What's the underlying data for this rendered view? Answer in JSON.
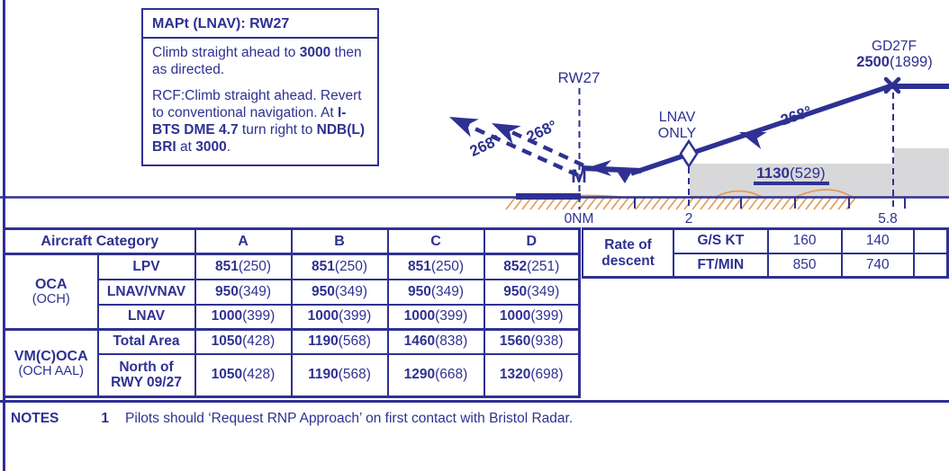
{
  "colors": {
    "ink_blue": "#2e3192",
    "terrain_orange": "#e39b52",
    "shade_gray": "#d8d8da"
  },
  "map_box": {
    "title": "MAPt (LNAV): RW27",
    "p1_pre": "Climb straight ahead to ",
    "p1_bold": "3000",
    "p1_post": " then as directed.",
    "p2_s1": "RCF:Climb straight ahead. Revert to conventional navigation. At ",
    "p2_b1": "I-BTS DME 4.7",
    "p2_s2": " turn right to ",
    "p2_b2": "NDB(L) BRI",
    "p2_s3": " at ",
    "p2_b3": "3000",
    "p2_s4": "."
  },
  "profile": {
    "runway_label": "RW27",
    "lnav_line1": "LNAV",
    "lnav_line2": "ONLY",
    "fix_name": "GD27F",
    "fix_alt_bold": "2500",
    "fix_alt_paren": "(1899)",
    "mda_bold": "1130",
    "mda_paren": "(529)",
    "course_missed_1": "268°",
    "course_missed_2": "268°",
    "course_final": "268°",
    "mapt_symbol": "M",
    "scale_zero": "0NM",
    "scale_two": "2",
    "scale_fix": "5.8"
  },
  "oca_table": {
    "header": {
      "label": "Aircraft Category",
      "cols": [
        "A",
        "B",
        "C",
        "D"
      ]
    },
    "groups": [
      {
        "label": "OCA",
        "sub": "(OCH)",
        "rows": [
          {
            "label": "LPV",
            "cells": [
              [
                "851",
                "(250)"
              ],
              [
                "851",
                "(250)"
              ],
              [
                "851",
                "(250)"
              ],
              [
                "852",
                "(251)"
              ]
            ]
          },
          {
            "label": "LNAV/VNAV",
            "cells": [
              [
                "950",
                "(349)"
              ],
              [
                "950",
                "(349)"
              ],
              [
                "950",
                "(349)"
              ],
              [
                "950",
                "(349)"
              ]
            ]
          },
          {
            "label": "LNAV",
            "cells": [
              [
                "1000",
                "(399)"
              ],
              [
                "1000",
                "(399)"
              ],
              [
                "1000",
                "(399)"
              ],
              [
                "1000",
                "(399)"
              ]
            ]
          }
        ]
      },
      {
        "label": "VM(C)OCA",
        "sub": "(OCH AAL)",
        "rows": [
          {
            "label": "Total Area",
            "cells": [
              [
                "1050",
                "(428)"
              ],
              [
                "1190",
                "(568)"
              ],
              [
                "1460",
                "(838)"
              ],
              [
                "1560",
                "(938)"
              ]
            ]
          },
          {
            "label": "North of\nRWY 09/27",
            "cells": [
              [
                "1050",
                "(428)"
              ],
              [
                "1190",
                "(568)"
              ],
              [
                "1290",
                "(668)"
              ],
              [
                "1320",
                "(698)"
              ]
            ]
          }
        ]
      }
    ]
  },
  "rod_table": {
    "label": "Rate of\ndescent",
    "rows": [
      {
        "label": "G/S KT",
        "values": [
          "160",
          "140",
          ""
        ]
      },
      {
        "label": "FT/MIN",
        "values": [
          "850",
          "740",
          ""
        ]
      }
    ]
  },
  "notes": {
    "title": "NOTES",
    "num": "1",
    "text": "Pilots should ‘Request RNP Approach’ on first contact with Bristol Radar."
  }
}
